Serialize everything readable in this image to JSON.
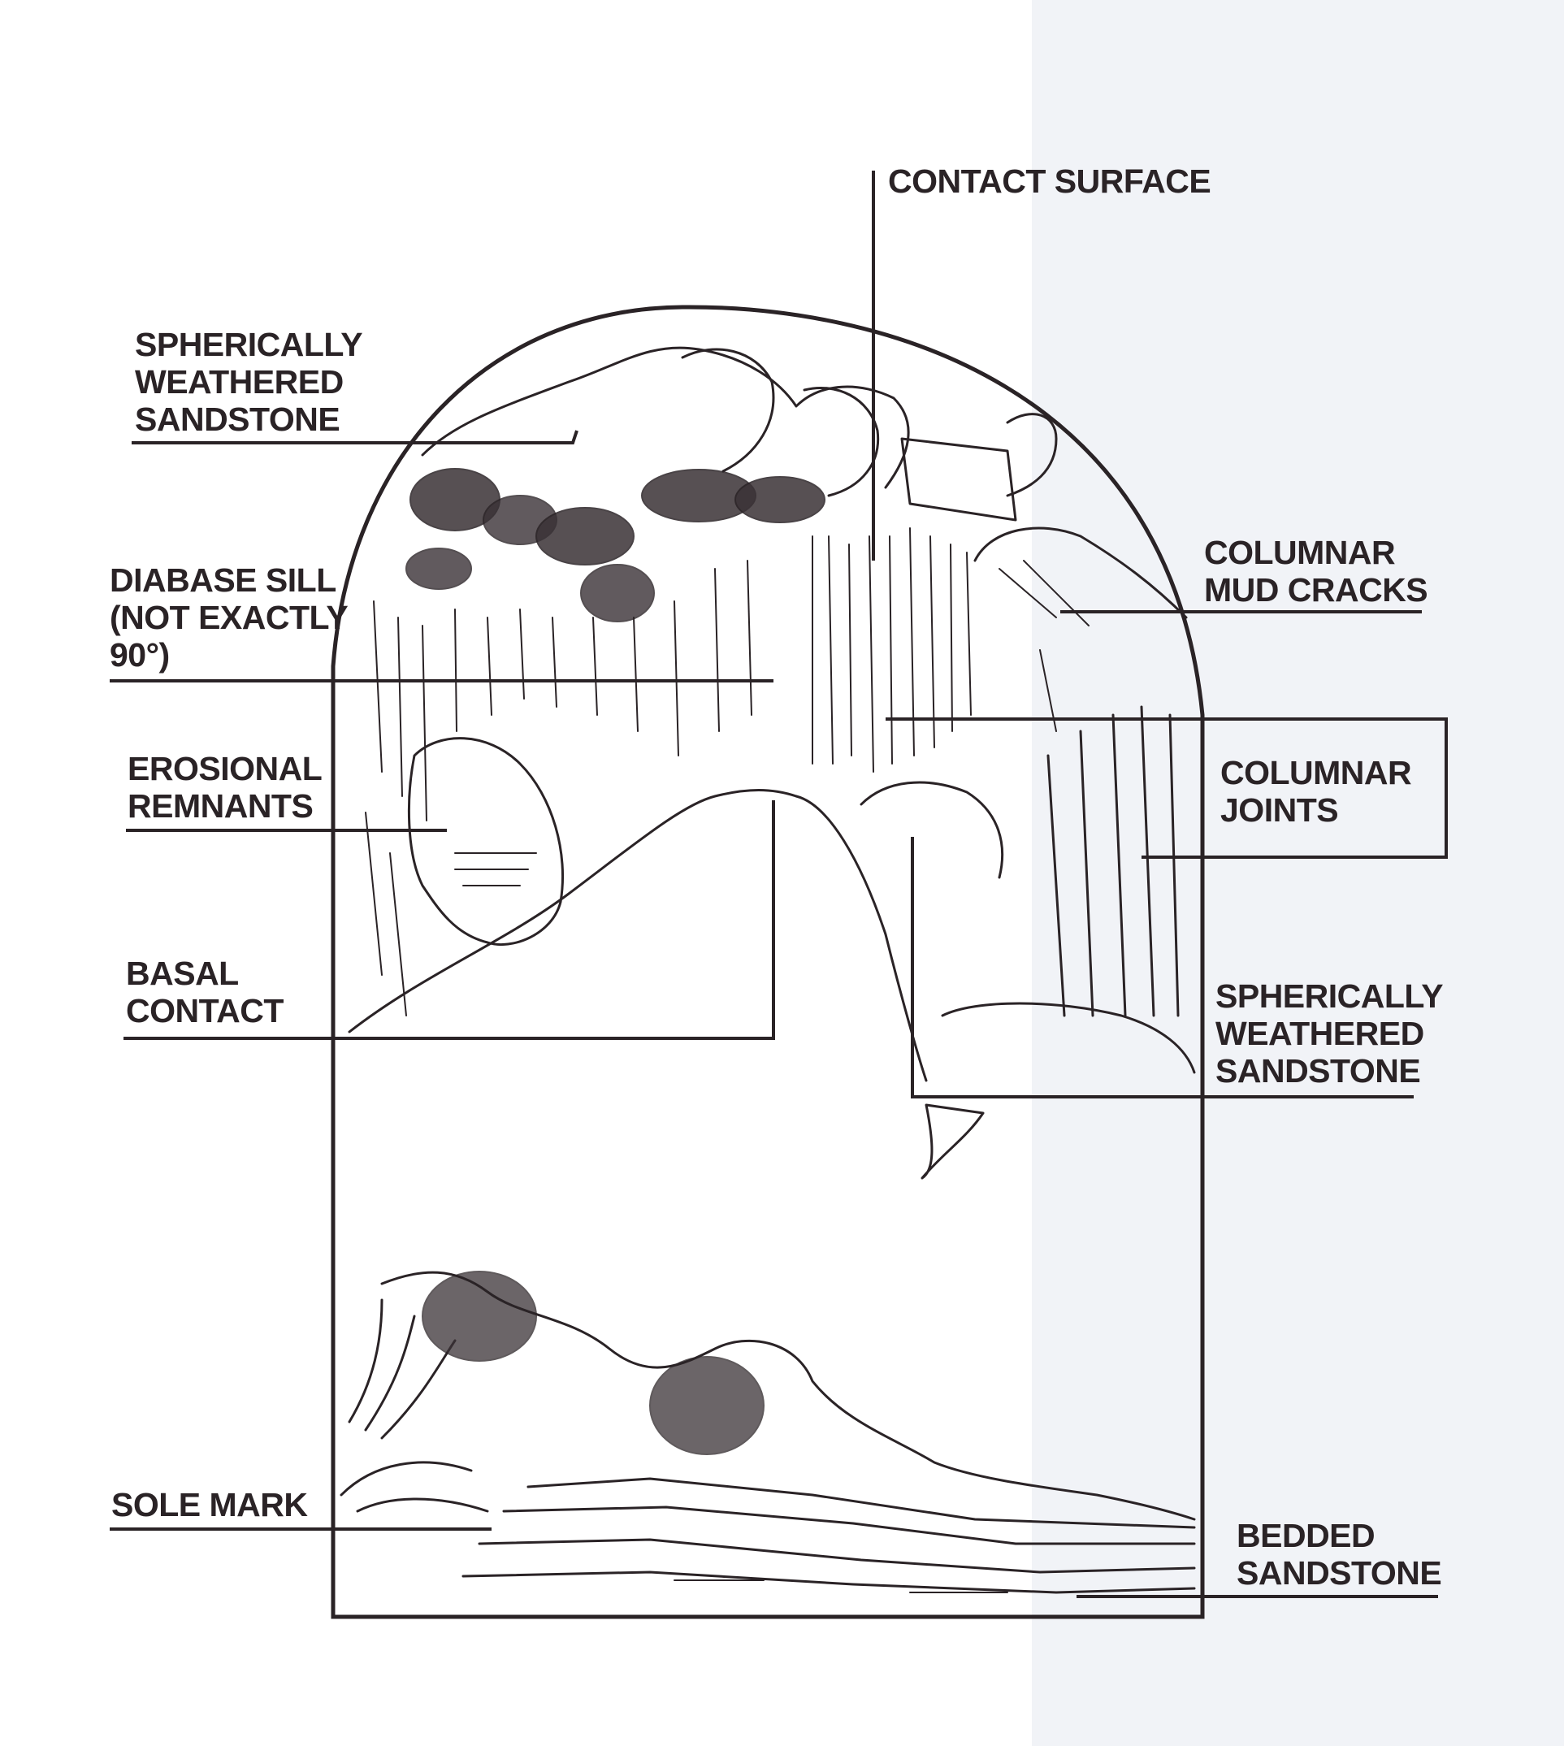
{
  "colors": {
    "ink": "#2a2326",
    "paper": "#ffffff",
    "shade": "#eef0f4"
  },
  "labels": {
    "contact_surface": "CONTACT SURFACE",
    "spherically_weathered_sandstone_left": [
      "SPHERICALLY",
      "WEATHERED",
      "SANDSTONE"
    ],
    "diabase_sill": [
      "DIABASE SILL",
      "(NOT EXACTLY",
      "90°)"
    ],
    "erosional_remnants": [
      "EROSIONAL",
      "REMNANTS"
    ],
    "basal_contact": [
      "BASAL",
      "CONTACT"
    ],
    "sole_mark": "SOLE MARK",
    "columnar_mud_cracks": [
      "COLUMNAR",
      "MUD CRACKS"
    ],
    "columnar_joints": [
      "COLUMNAR",
      "JOINTS"
    ],
    "spherically_weathered_sandstone_right": [
      "SPHERICALLY",
      "WEATHERED",
      "SANDSTONE"
    ],
    "bedded_sandstone": [
      "BEDDED",
      "SANDSTONE"
    ]
  }
}
